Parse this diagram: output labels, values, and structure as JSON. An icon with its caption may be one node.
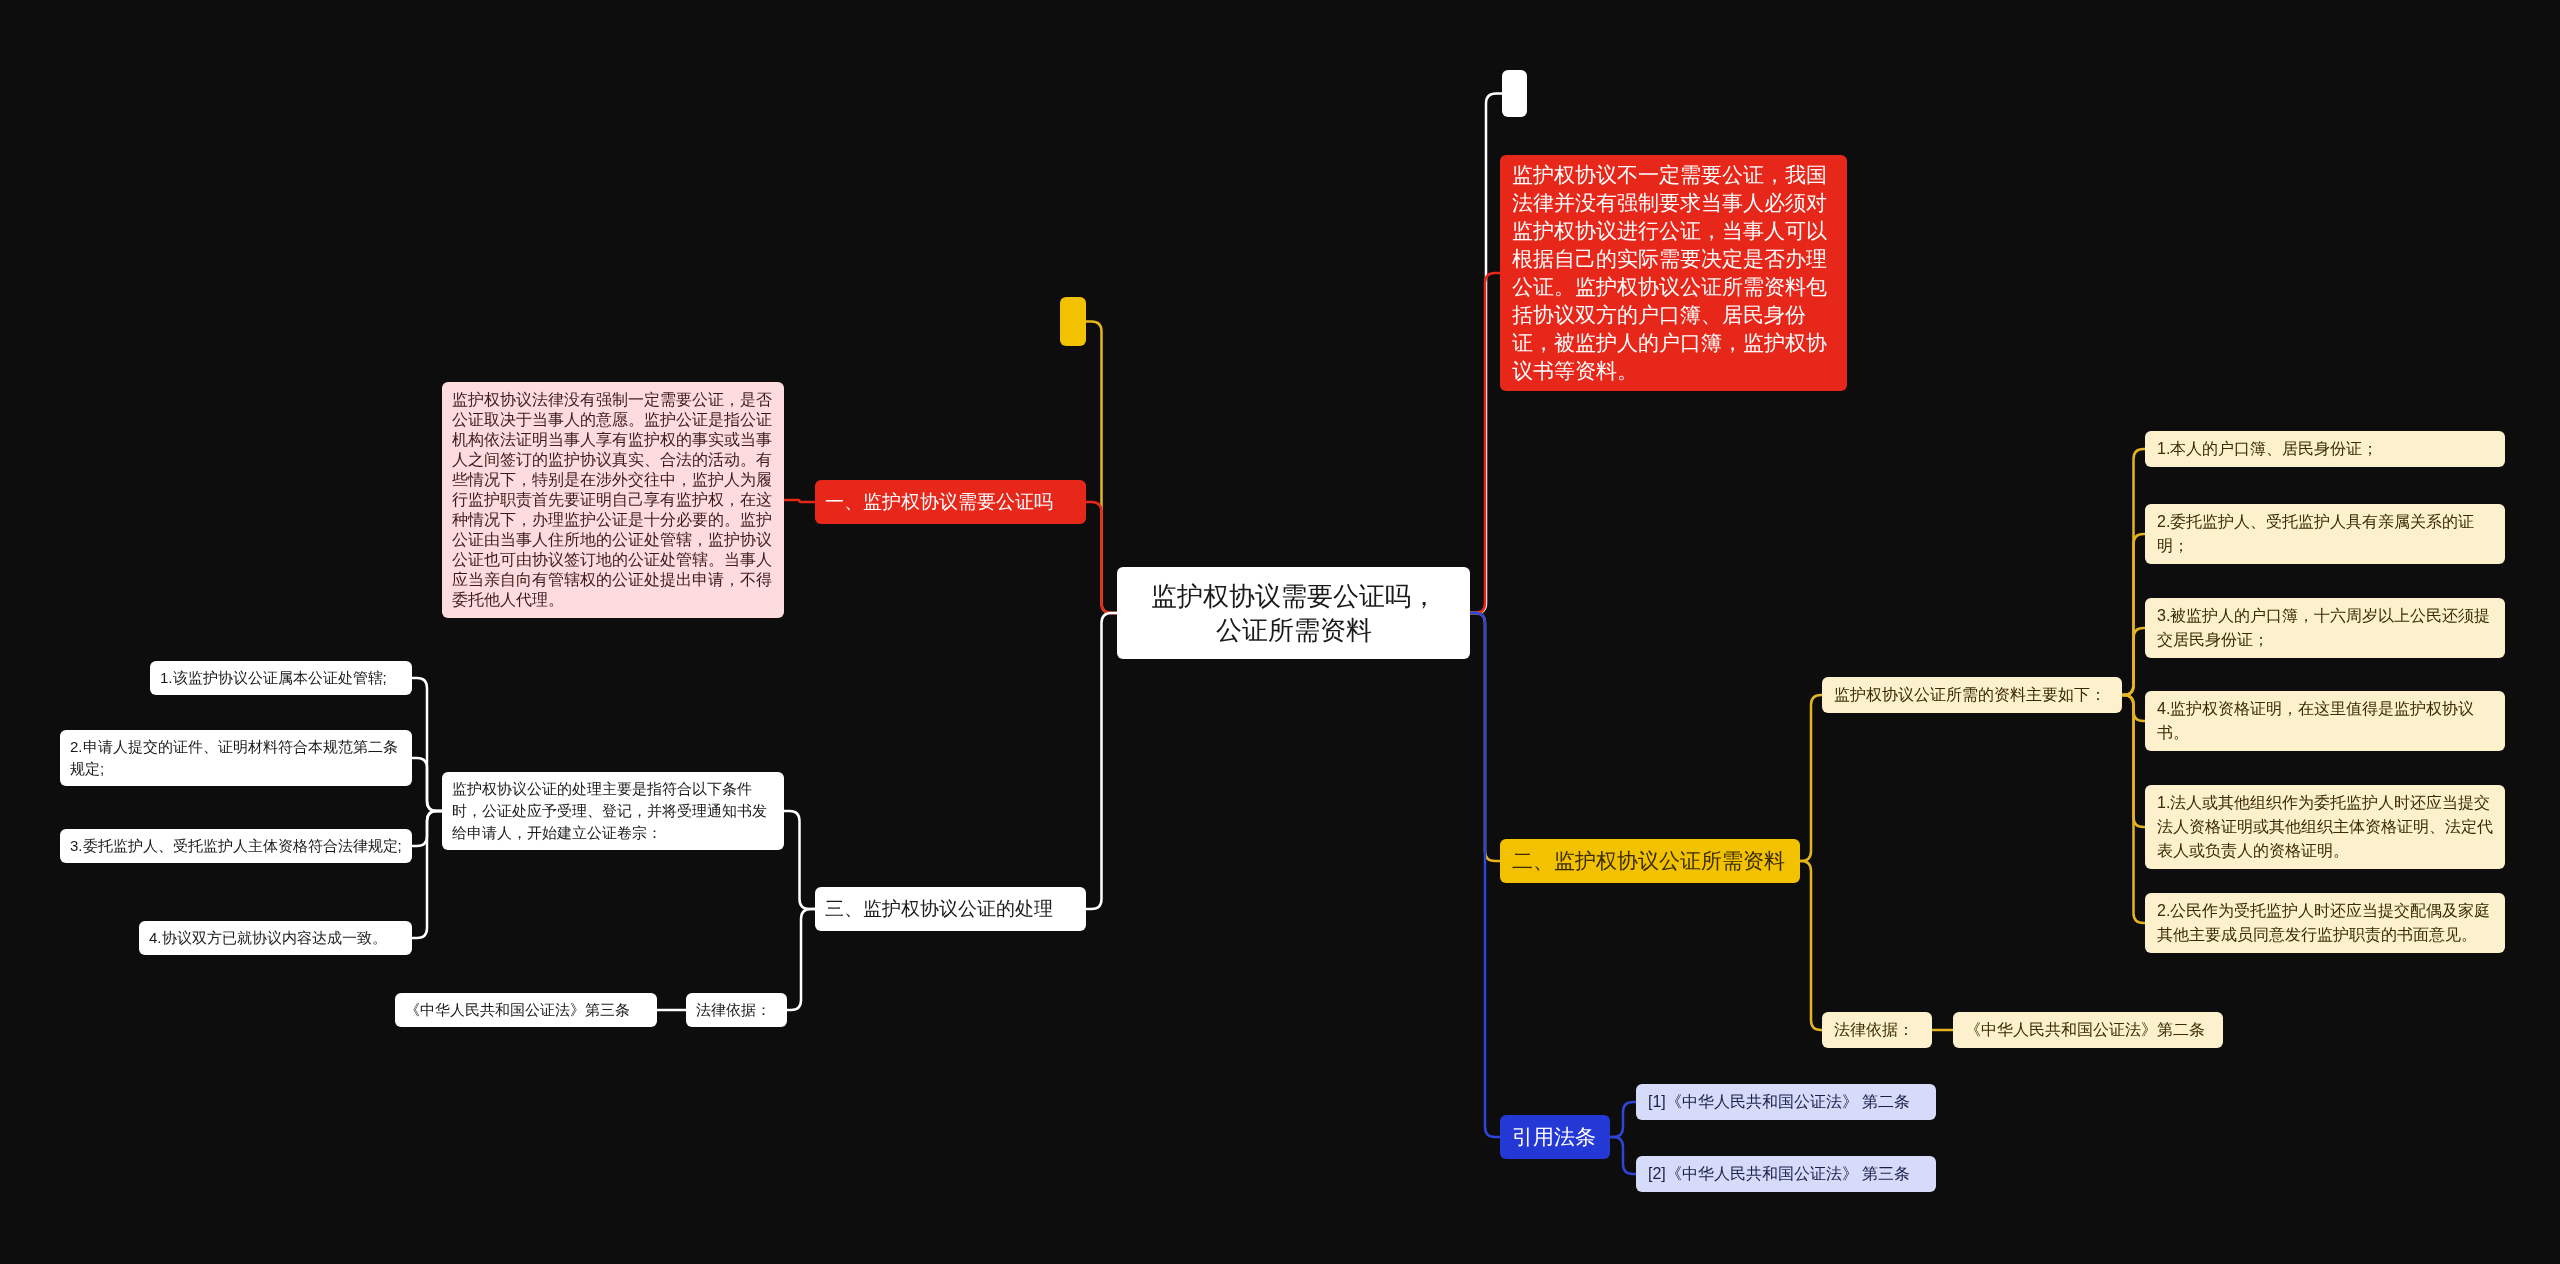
{
  "diagram": {
    "nodes": [
      {
        "text": [
          "监护权协议需要公证吗，公证所需资料"
        ]
      },
      {
        "text": [],
        "shape": "box"
      },
      {
        "text": [
          "监护权协议不一定需要公证，我国法律并没有强制要求当事人必须对监护权协议进行公证，当事人可以根据自己的实际需要决定是否办理公证。监护权协议公证所需资料包括协议双方的户口簿、居民身份证，被监护人的户口簿，监护权协议书等资料。"
        ]
      },
      {
        "text": [
          "二、监护权协议公证所需资料"
        ]
      },
      {
        "text": [
          "监护权协议公证所需的资料主要如下："
        ]
      },
      {
        "text": [
          "1.本人的户口簿、居民身份证；"
        ]
      },
      {
        "text": [
          "2.委托监护人、受托监护人具有亲属关系的证明；"
        ]
      },
      {
        "text": [
          "3.被监护人的户口簿，十六周岁以上公民还须提交居民身份证；"
        ]
      },
      {
        "text": [
          "4.监护权资格证明，在这里值得是监护权协议书。"
        ]
      },
      {
        "text": [
          "1.法人或其他组织作为委托监护人时还应当提交法人资格证明或其他组织主体资格证明、法定代表人或负责人的资格证明。"
        ]
      },
      {
        "text": [
          "2.公民作为受托监护人时还应当提交配偶及家庭其他主要成员同意发行监护职责的书面意见。"
        ]
      },
      {
        "text": [
          "法律依据："
        ]
      },
      {
        "text": [
          "《中华人民共和国公证法》第二条"
        ]
      },
      {
        "text": [
          "引用法条"
        ]
      },
      {
        "text": [
          "[1]《中华人民共和国公证法》 第二条"
        ]
      },
      {
        "text": [
          "[2]《中华人民共和国公证法》 第三条"
        ]
      },
      {
        "text": [],
        "shape": "box"
      },
      {
        "text": [
          "一、监护权协议需要公证吗"
        ]
      },
      {
        "text": [
          "监护权协议法律没有强制一定需要公证，是否公证取决于当事人的意愿。监护公证是指公证机构依法证明当事人享有监护权的事实或当事人之间签订的监护协议真实、合法的活动。有些情况下，特别是在涉外交往中，监护人为履行监护职责首先要证明自己享有监护权，在这种情况下，办理监护公证是十分必要的。监护公证由当事人住所地的公证处管辖，监护协议公证也可由协议签订地的公证处管辖。当事人应当亲自向有管辖权的公证处提出申请，不得委托他人代理。"
        ]
      },
      {
        "text": [
          "三、监护权协议公证的处理"
        ]
      },
      {
        "text": [
          "监护权协议公证的处理主要是指符合以下条件时，公证处应予受理、登记，并将受理通知书发给申请人，开始建立公证卷宗："
        ]
      },
      {
        "text": [
          "1.该监护协议公证属本公证处管辖;"
        ]
      },
      {
        "text": [
          "2.申请人提交的证件、证明材料符合本规范第二条规定;"
        ]
      },
      {
        "text": [
          "3.委托监护人、受托监护人主体资格符合法律规定;"
        ]
      },
      {
        "text": [
          "4.协议双方已就协议内容达成一致。"
        ]
      },
      {
        "text": [
          "法律依据："
        ]
      },
      {
        "text": [
          "《中华人民共和国公证法》第三条"
        ]
      }
    ],
    "edges": [
      {
        "from": 0,
        "to": 1,
        "arrow": "none",
        "color": "#ffffff"
      },
      {
        "from": 0,
        "to": 2,
        "arrow": "none",
        "color": "#e8271b"
      },
      {
        "from": 0,
        "to": 3,
        "arrow": "none"
      },
      {
        "from": 3,
        "to": 4,
        "arrow": "none"
      },
      {
        "from": 4,
        "to": 5,
        "arrow": "none"
      },
      {
        "from": 4,
        "to": 6,
        "arrow": "none"
      },
      {
        "from": 4,
        "to": 7,
        "arrow": "none"
      },
      {
        "from": 4,
        "to": 8,
        "arrow": "none"
      },
      {
        "from": 4,
        "to": 9,
        "arrow": "none"
      },
      {
        "from": 4,
        "to": 10,
        "arrow": "none"
      },
      {
        "from": 3,
        "to": 11,
        "arrow": "none"
      },
      {
        "from": 11,
        "to": 12,
        "arrow": "none"
      },
      {
        "from": 0,
        "to": 13,
        "arrow": "none",
        "color": "#2f45d8"
      },
      {
        "from": 13,
        "to": 14,
        "arrow": "none",
        "color": "#2f45d8"
      },
      {
        "from": 13,
        "to": 15,
        "arrow": "none",
        "color": "#2f45d8"
      },
      {
        "from": 0,
        "to": 16,
        "arrow": "none"
      },
      {
        "from": 0,
        "to": 17,
        "arrow": "none",
        "color": "#e8271b"
      },
      {
        "from": 17,
        "to": 18,
        "arrow": "none",
        "color": "#e8271b"
      },
      {
        "from": 0,
        "to": 19,
        "arrow": "none",
        "color": "#ffffff"
      },
      {
        "from": 19,
        "to": 20,
        "arrow": "none",
        "color": "#ffffff"
      },
      {
        "from": 20,
        "to": 21,
        "arrow": "none",
        "color": "#ffffff"
      },
      {
        "from": 20,
        "to": 22,
        "arrow": "none",
        "color": "#ffffff"
      },
      {
        "from": 20,
        "to": 23,
        "arrow": "none",
        "color": "#ffffff"
      },
      {
        "from": 20,
        "to": 24,
        "arrow": "none",
        "color": "#ffffff"
      },
      {
        "from": 19,
        "to": 25,
        "arrow": "none",
        "color": "#ffffff"
      },
      {
        "from": 25,
        "to": 26,
        "arrow": "none",
        "color": "#ffffff"
      }
    ]
  }
}
